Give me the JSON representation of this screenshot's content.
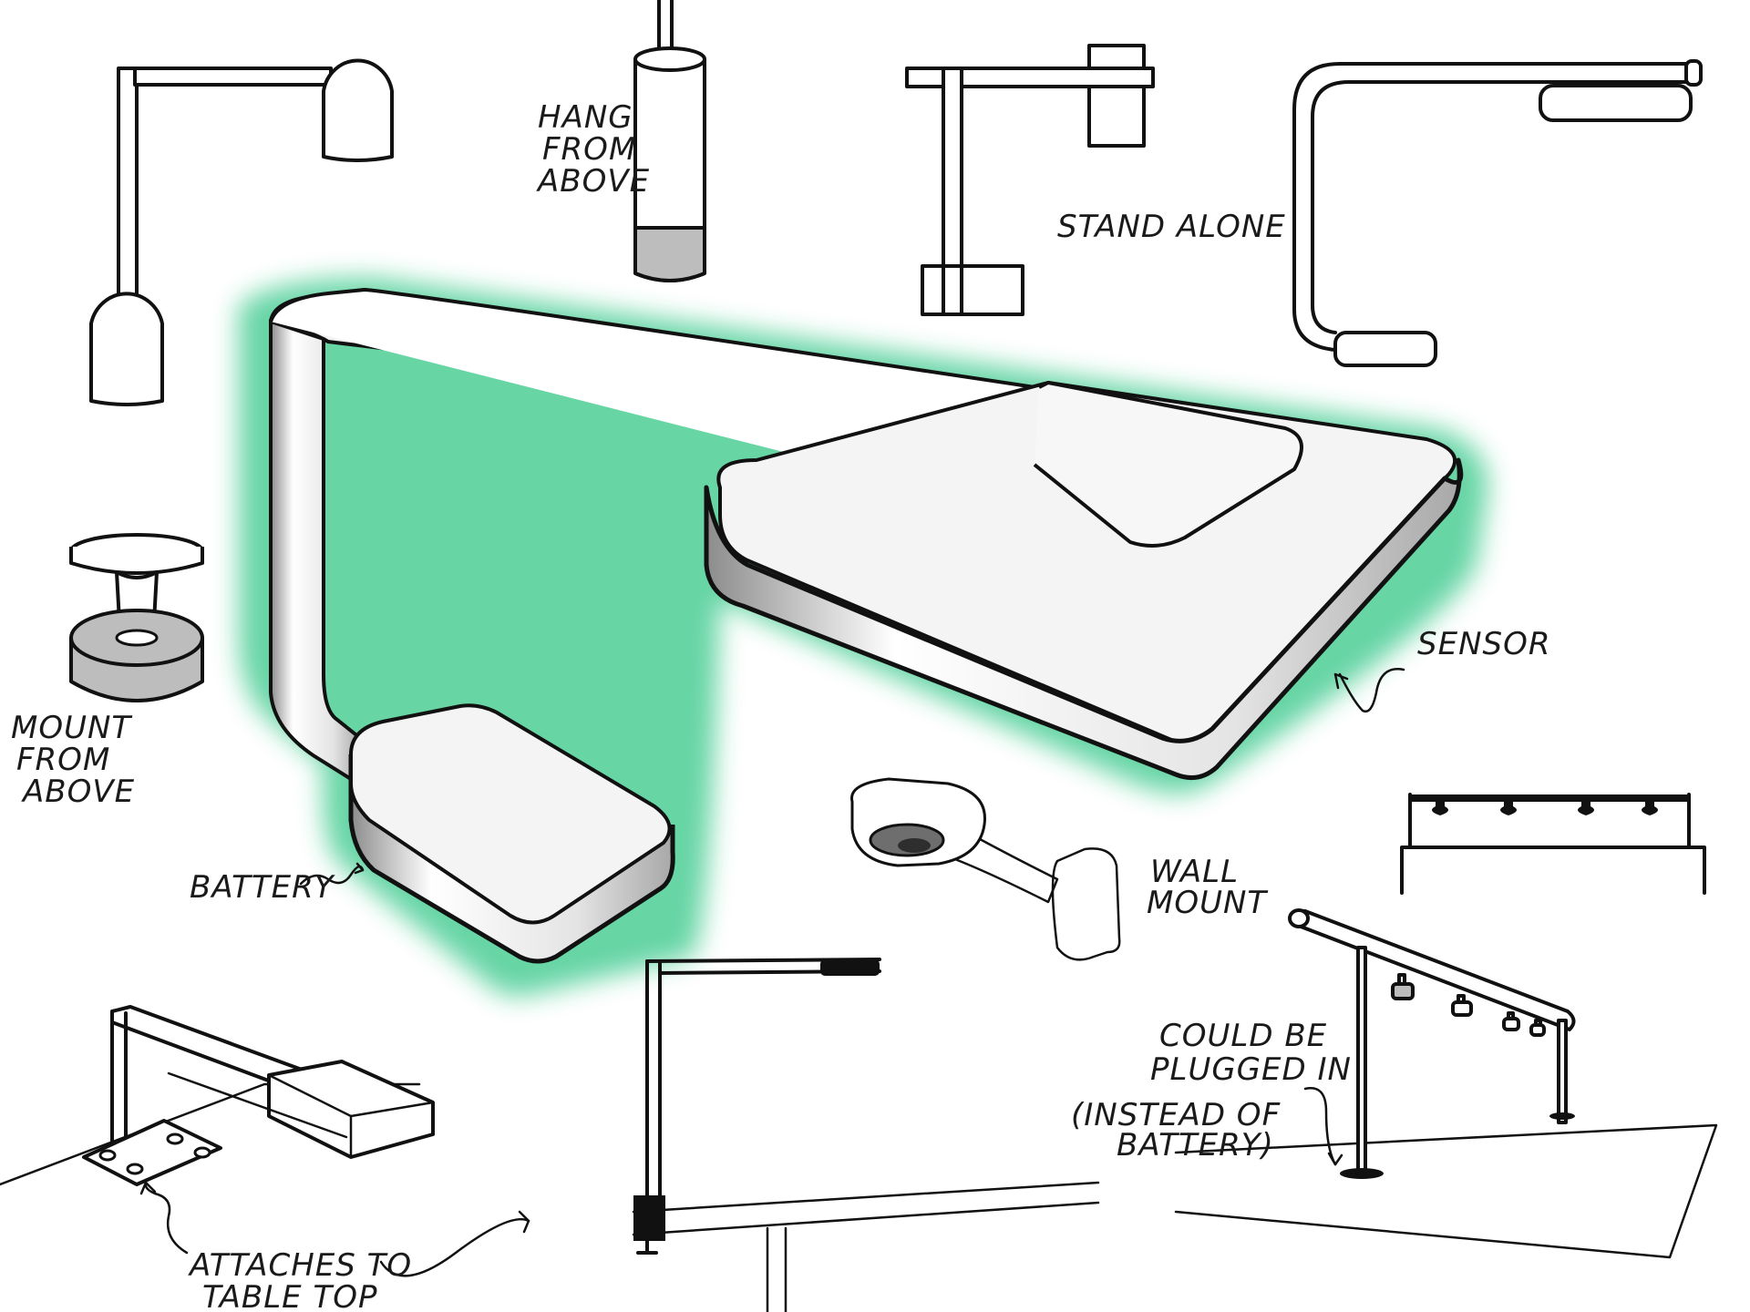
{
  "labels": {
    "hang_from_above": [
      "HANG",
      "FROM",
      "ABOVE"
    ],
    "stand_alone": "STAND ALONE",
    "mount_from_above": [
      "MOUNT",
      "FROM",
      "ABOVE"
    ],
    "sensor": "SENSOR",
    "battery": "BATTERY",
    "wall_mount": [
      "WALL",
      "MOUNT"
    ],
    "could_be_plugged_in": [
      "COULD BE",
      "PLUGGED IN"
    ],
    "instead_of_battery": [
      "(INSTEAD OF",
      "BATTERY)"
    ],
    "attaches_to_table_top": [
      "ATTACHES TO",
      "TABLE TOP"
    ]
  },
  "colors": {
    "ink": "#111111",
    "glow": "#5fd3a0",
    "gray_fill": "#bdbdbd",
    "paper": "#ffffff"
  }
}
